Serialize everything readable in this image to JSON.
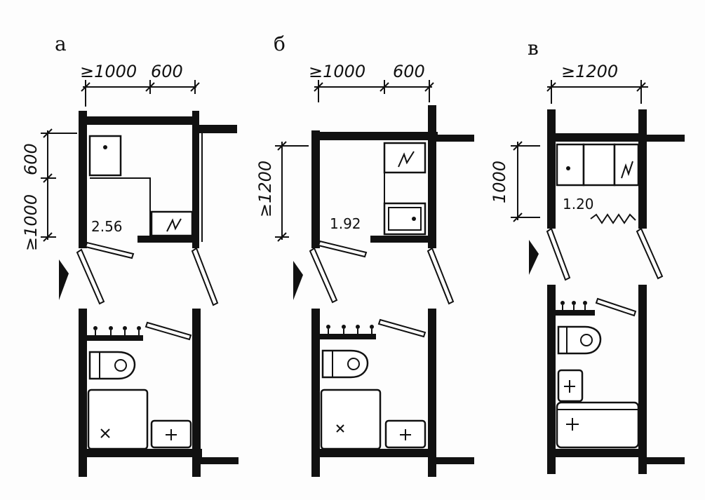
{
  "panels": [
    {
      "label": "а",
      "width_dims": [
        "≥1000",
        "600"
      ],
      "height_dims": [
        "600",
        "≥1000"
      ],
      "area": "2.56"
    },
    {
      "label": "б",
      "width_dims": [
        "≥1000",
        "600"
      ],
      "height_dims": [
        "≥1200"
      ],
      "area": "1.92"
    },
    {
      "label": "в",
      "width_dims": [
        "≥1200"
      ],
      "height_dims": [
        "1000"
      ],
      "area": "1.20"
    }
  ]
}
